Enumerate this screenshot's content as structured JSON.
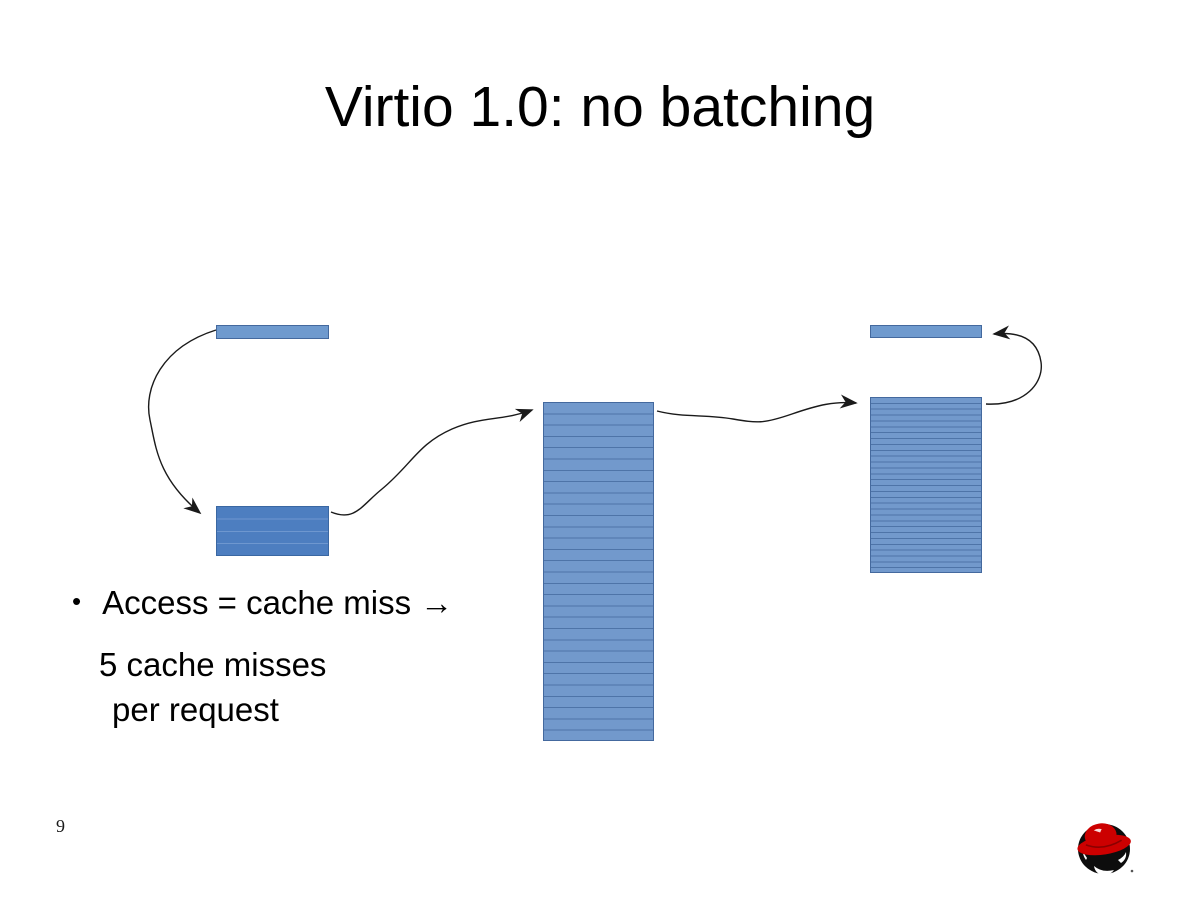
{
  "slide": {
    "title": "Virtio 1.0: no batching",
    "page_number": "9",
    "bullet": {
      "marker": "•",
      "line1": "Access = cache miss  →",
      "line2": "5 cache misses",
      "line3": "per request"
    }
  },
  "diagram": {
    "shapes": [
      {
        "name": "bar-top-left",
        "type": "thin-bar"
      },
      {
        "name": "box-bottom-left",
        "type": "striped-box",
        "rows": 4
      },
      {
        "name": "column-middle",
        "type": "striped-column",
        "rows": 30
      },
      {
        "name": "column-right",
        "type": "striped-column",
        "rows": 30
      },
      {
        "name": "bar-top-right",
        "type": "thin-bar"
      }
    ],
    "arrows": [
      {
        "name": "arrow-bar-left-to-box",
        "from": "bar-top-left",
        "to": "box-bottom-left"
      },
      {
        "name": "arrow-box-to-column-middle",
        "from": "box-bottom-left",
        "to": "column-middle"
      },
      {
        "name": "arrow-column-middle-to-column-right",
        "from": "column-middle",
        "to": "column-right"
      },
      {
        "name": "arrow-column-right-to-bar-right",
        "from": "column-right",
        "to": "bar-top-right"
      }
    ],
    "colors": {
      "bar_fill": "#6f9ace",
      "bar_border": "#44699e",
      "column_fill": "#7299cc",
      "column_stripe": "#4e74a8",
      "box_fill": "#4d7ec0",
      "box_stripe": "#6e97cf",
      "box_border": "#3a67a2",
      "arrow": "#1a1a1a"
    }
  },
  "logo": {
    "name": "Red Hat Shadowman logo",
    "red": "#cc0000",
    "black": "#0d0d0d"
  }
}
